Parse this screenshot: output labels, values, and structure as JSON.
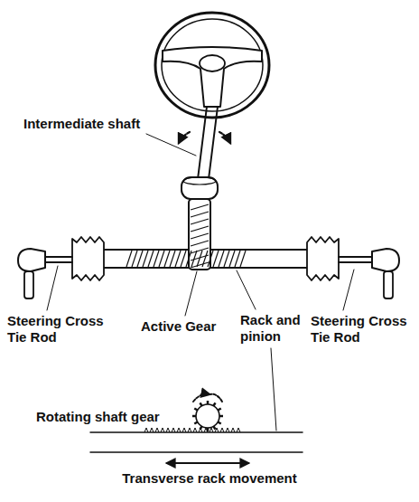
{
  "diagram": {
    "labels": [
      "Intermediate shaft",
      "Steering Cross Tie Rod",
      "Active Gear",
      "Rack and pinion",
      "Steering Cross Tie Rod",
      "Rotating shaft gear",
      "Transverse rack movement"
    ]
  }
}
